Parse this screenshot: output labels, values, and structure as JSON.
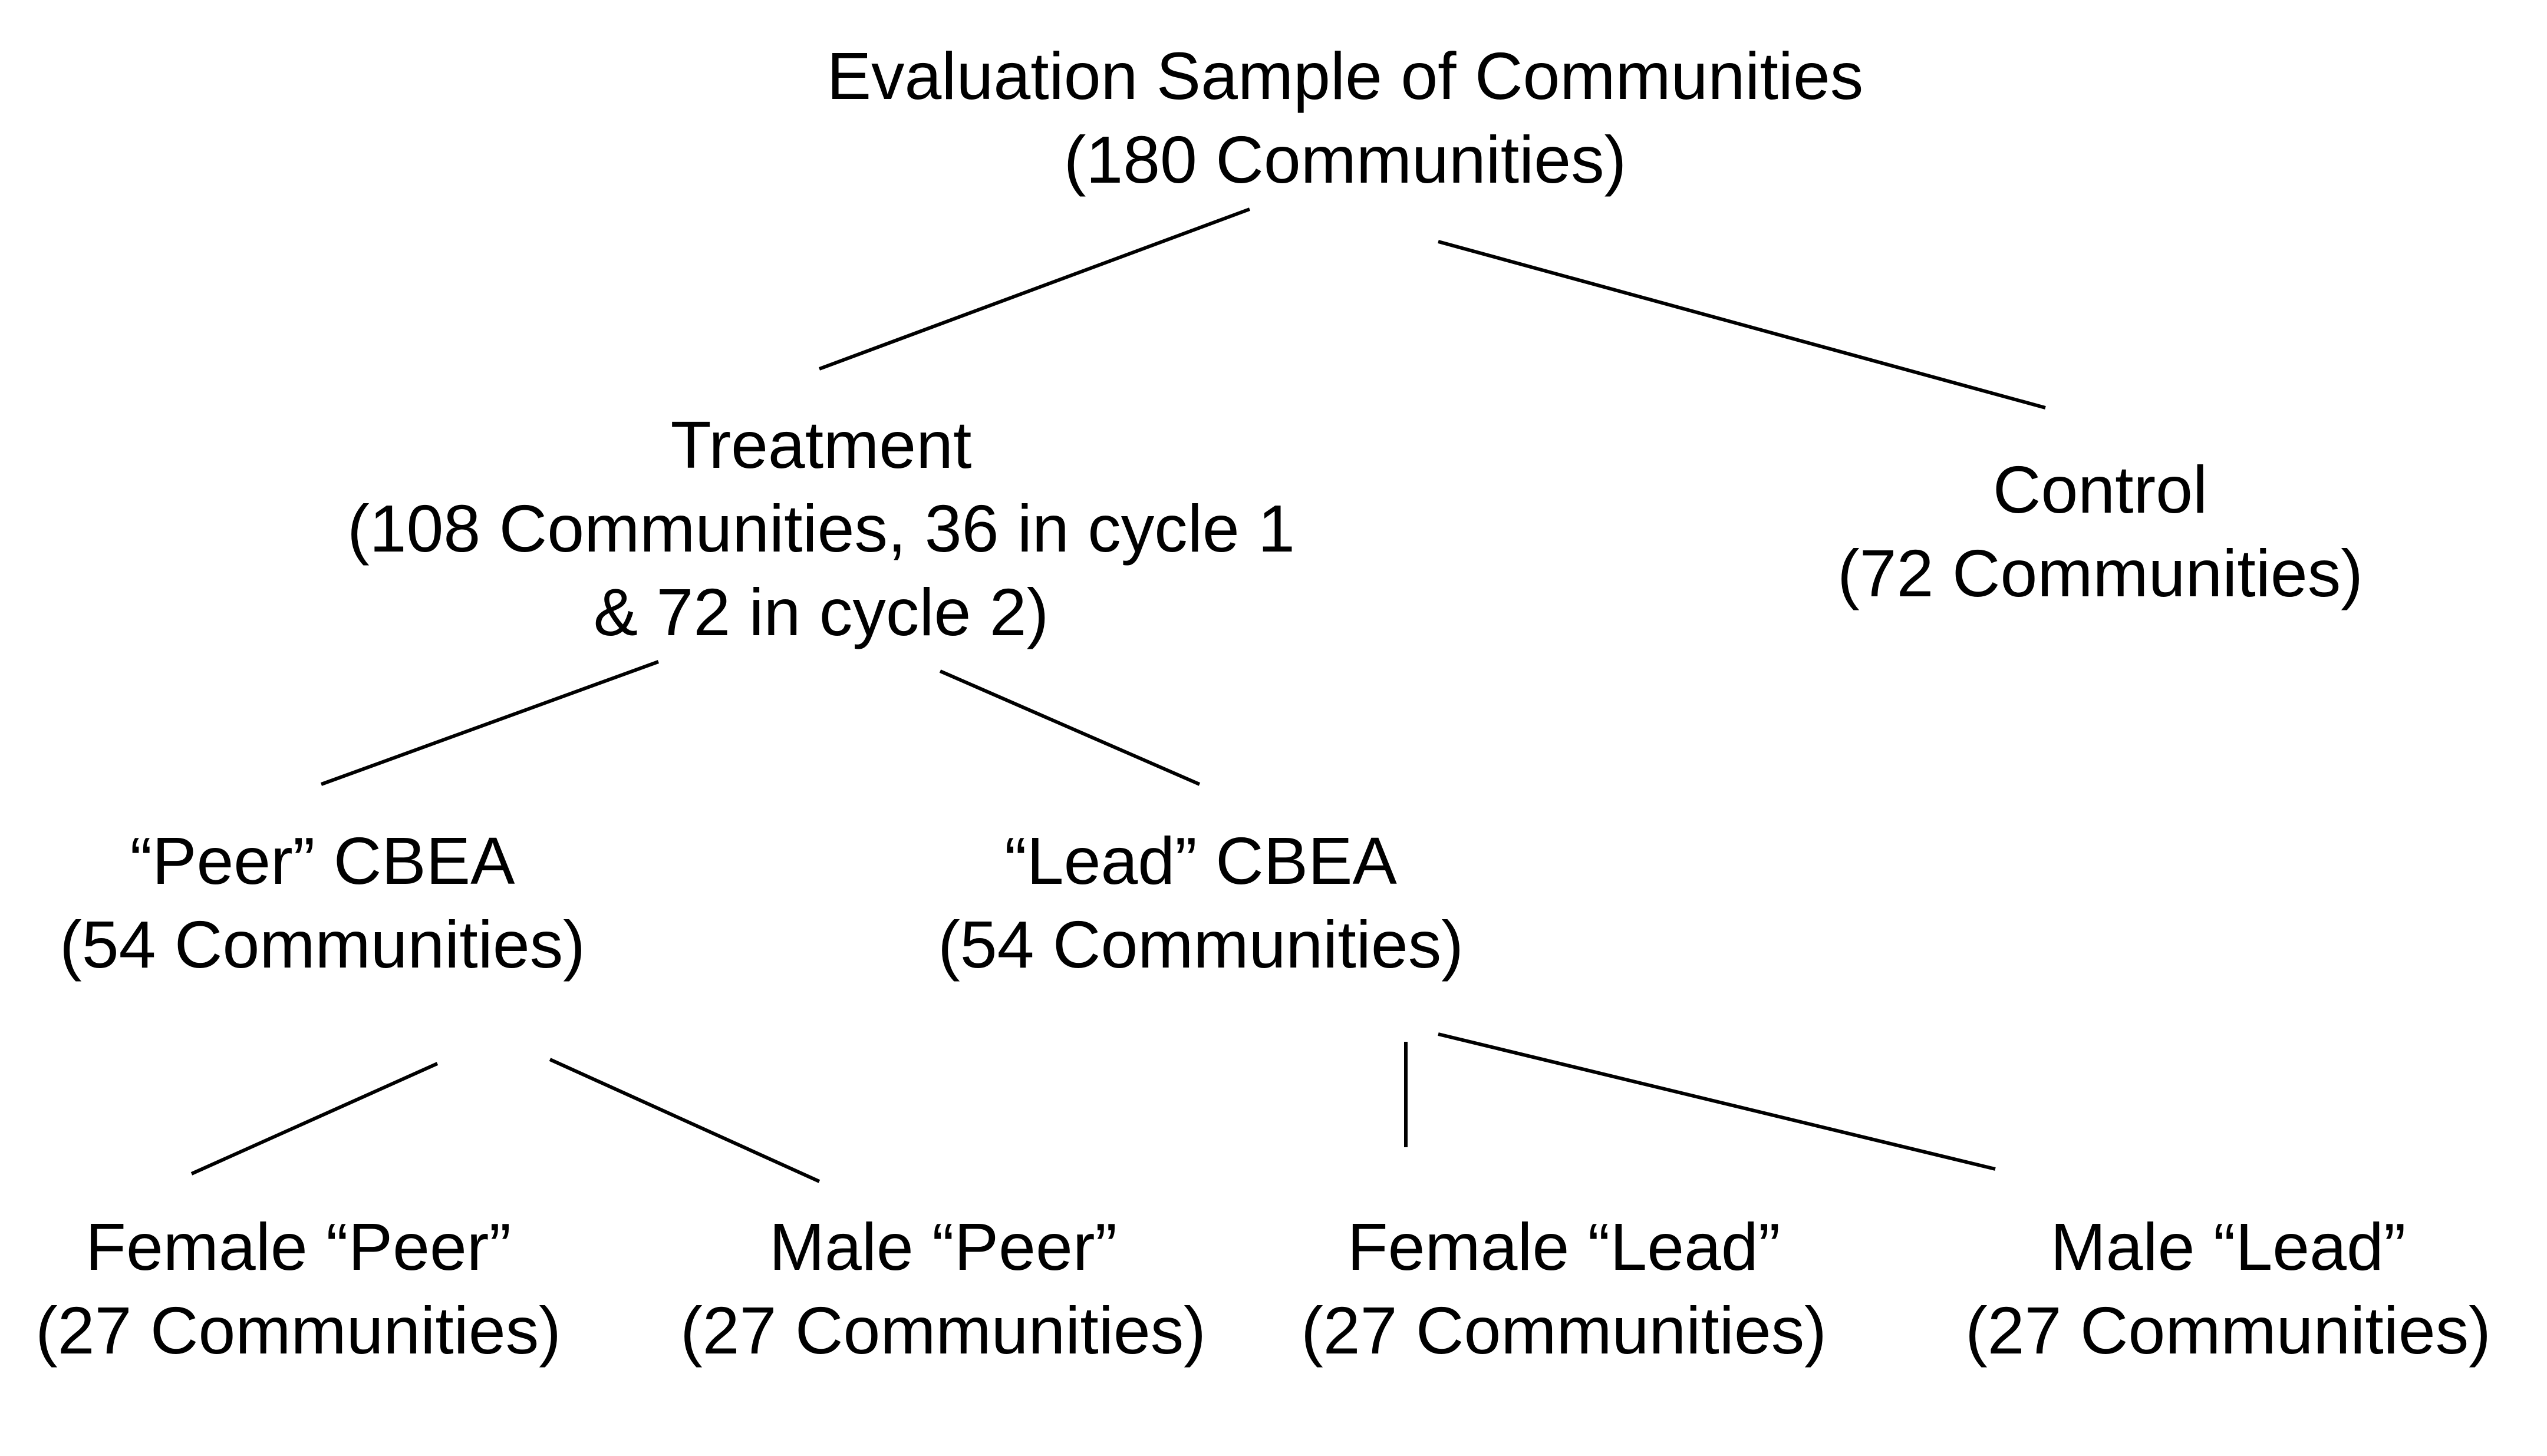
{
  "diagram": {
    "root": {
      "title": "Evaluation Sample of Communities",
      "count": "(180 Communities)"
    },
    "treatment": {
      "title": "Treatment",
      "line2": "(108 Communities, 36 in cycle 1",
      "line3": "& 72 in cycle 2)"
    },
    "control": {
      "title": "Control",
      "count": "(72 Communities)"
    },
    "peer": {
      "title": "“Peer” CBEA",
      "count": "(54 Communities)"
    },
    "lead": {
      "title": "“Lead” CBEA",
      "count": "(54 Communities)"
    },
    "female_peer": {
      "title": "Female “Peer”",
      "count": "(27 Communities)"
    },
    "male_peer": {
      "title": "Male “Peer”",
      "count": "(27 Communities)"
    },
    "female_lead": {
      "title": "Female “Lead”",
      "count": "(27 Communities)"
    },
    "male_lead": {
      "title": "Male “Lead”",
      "count": "(27 Communities)"
    }
  }
}
